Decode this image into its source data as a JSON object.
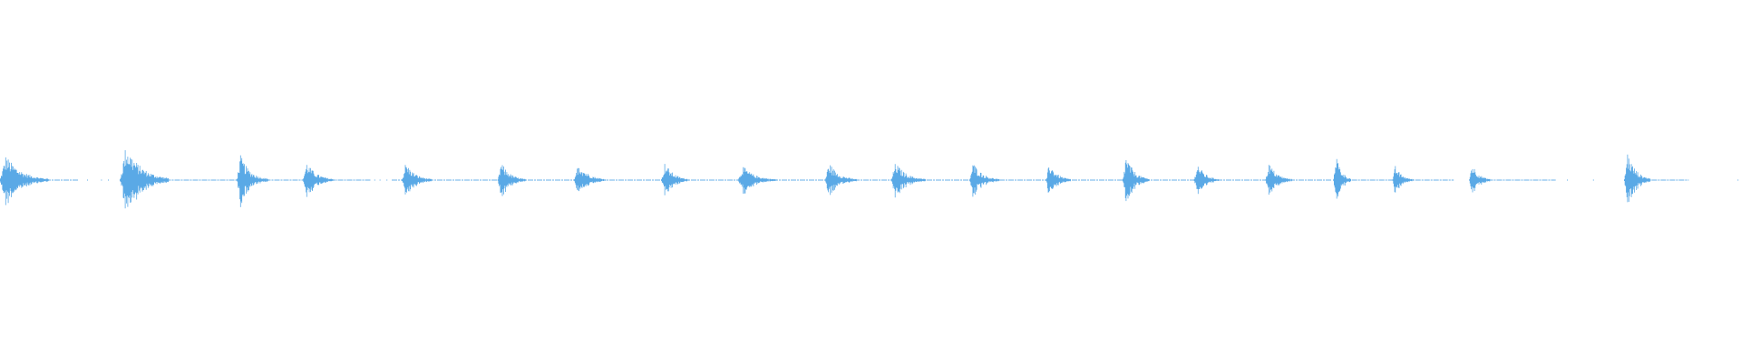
{
  "waveform": {
    "color": "#5aa9e6",
    "background": "#ffffff",
    "total_duration_fraction": 1.0,
    "bursts": [
      {
        "start": 0.0,
        "end": 0.028,
        "peak": 0.07
      },
      {
        "start": 0.069,
        "end": 0.097,
        "peak": 0.1
      },
      {
        "start": 0.136,
        "end": 0.154,
        "peak": 0.07
      },
      {
        "start": 0.174,
        "end": 0.192,
        "peak": 0.05
      },
      {
        "start": 0.231,
        "end": 0.248,
        "peak": 0.05
      },
      {
        "start": 0.286,
        "end": 0.302,
        "peak": 0.05
      },
      {
        "start": 0.33,
        "end": 0.348,
        "peak": 0.05
      },
      {
        "start": 0.38,
        "end": 0.396,
        "peak": 0.05
      },
      {
        "start": 0.424,
        "end": 0.446,
        "peak": 0.04
      },
      {
        "start": 0.474,
        "end": 0.492,
        "peak": 0.05
      },
      {
        "start": 0.512,
        "end": 0.532,
        "peak": 0.05
      },
      {
        "start": 0.557,
        "end": 0.574,
        "peak": 0.05
      },
      {
        "start": 0.601,
        "end": 0.615,
        "peak": 0.05
      },
      {
        "start": 0.645,
        "end": 0.66,
        "peak": 0.07
      },
      {
        "start": 0.686,
        "end": 0.7,
        "peak": 0.05
      },
      {
        "start": 0.727,
        "end": 0.742,
        "peak": 0.05
      },
      {
        "start": 0.766,
        "end": 0.776,
        "peak": 0.08
      },
      {
        "start": 0.8,
        "end": 0.812,
        "peak": 0.04
      },
      {
        "start": 0.844,
        "end": 0.856,
        "peak": 0.05
      },
      {
        "start": 0.933,
        "end": 0.948,
        "peak": 0.08
      }
    ],
    "baseline_segments": [
      {
        "start": 0.0,
        "end": 0.045
      },
      {
        "start": 0.069,
        "end": 0.213
      },
      {
        "start": 0.225,
        "end": 0.765
      },
      {
        "start": 0.766,
        "end": 0.835
      },
      {
        "start": 0.844,
        "end": 0.893
      },
      {
        "start": 0.933,
        "end": 0.97
      }
    ]
  }
}
